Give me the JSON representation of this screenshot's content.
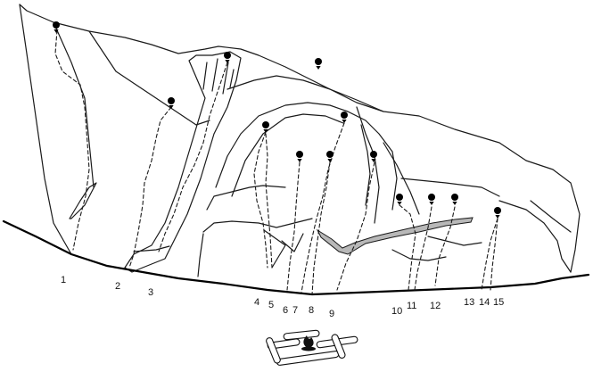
{
  "routes": [
    {
      "number": "1"
    },
    {
      "number": "2"
    },
    {
      "number": "3"
    },
    {
      "number": "4"
    },
    {
      "number": "5"
    },
    {
      "number": "6"
    },
    {
      "number": "7"
    },
    {
      "number": "8"
    },
    {
      "number": "9"
    },
    {
      "number": "10"
    },
    {
      "number": "11"
    },
    {
      "number": "12"
    },
    {
      "number": "13"
    },
    {
      "number": "14"
    },
    {
      "number": "15"
    }
  ],
  "icons": {
    "anchor": "lower-off-anchor-icon",
    "campfire": "campfire-icon"
  }
}
